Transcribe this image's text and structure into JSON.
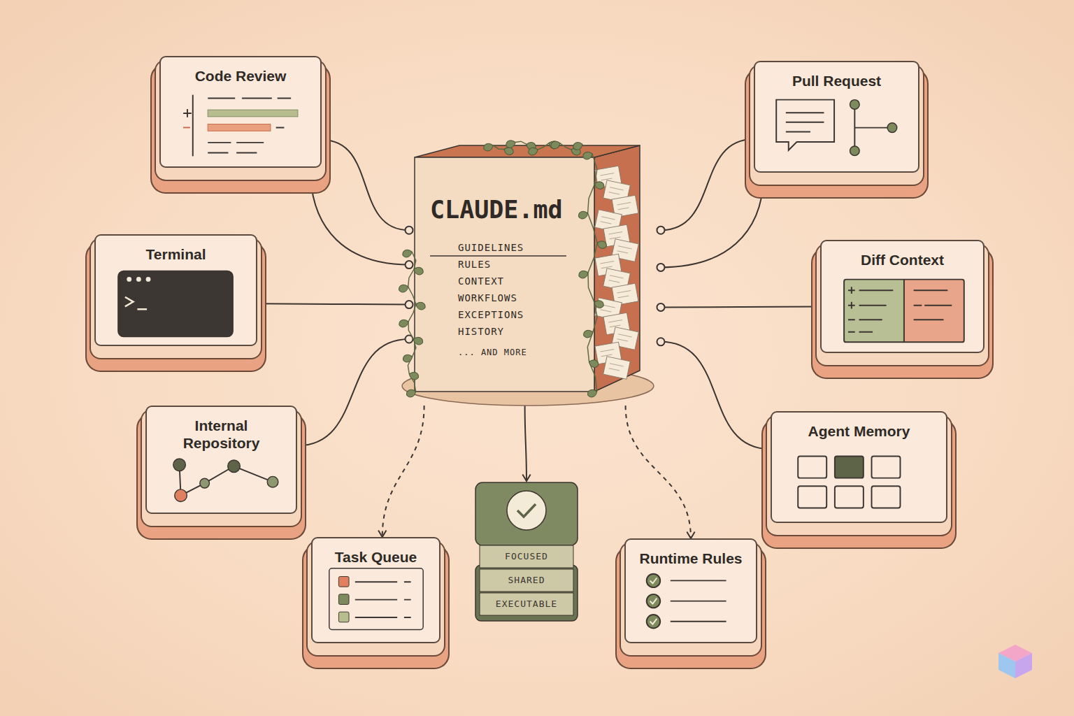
{
  "diagram": {
    "nodes": [
      {
        "text": [
          "Code Review"
        ]
      },
      {
        "text": [
          "Pull Request"
        ]
      },
      {
        "text": [
          "CLAUDE.md",
          "GUIDELINES",
          "RULES",
          "CONTEXT",
          "WORKFLOWS",
          "EXCEPTIONS",
          "HISTORY",
          "... AND MORE"
        ]
      },
      {
        "text": [
          "Terminal"
        ]
      },
      {
        "text": [
          "Diff Context"
        ]
      },
      {
        "text": [
          "Internal Repository"
        ]
      },
      {
        "text": [
          "Agent Memory"
        ]
      },
      {
        "text": [
          "Task Queue"
        ]
      },
      {
        "text": [
          "FOCUSED",
          "SHARED",
          "EXECUTABLE"
        ]
      },
      {
        "text": [
          "Runtime Rules"
        ]
      }
    ],
    "edges": [
      {
        "from": 0,
        "to": 2,
        "arrow": "none"
      },
      {
        "from": 0,
        "to": 2,
        "arrow": "none"
      },
      {
        "from": 1,
        "to": 2,
        "arrow": "none"
      },
      {
        "from": 1,
        "to": 2,
        "arrow": "none"
      },
      {
        "from": 3,
        "to": 2,
        "arrow": "none"
      },
      {
        "from": 4,
        "to": 2,
        "arrow": "none"
      },
      {
        "from": 5,
        "to": 2,
        "arrow": "none"
      },
      {
        "from": 6,
        "to": 2,
        "arrow": "none"
      },
      {
        "from": 2,
        "to": 7,
        "arrow": "to"
      },
      {
        "from": 2,
        "to": 8,
        "arrow": "to"
      },
      {
        "from": 2,
        "to": 9,
        "arrow": "to"
      }
    ]
  }
}
